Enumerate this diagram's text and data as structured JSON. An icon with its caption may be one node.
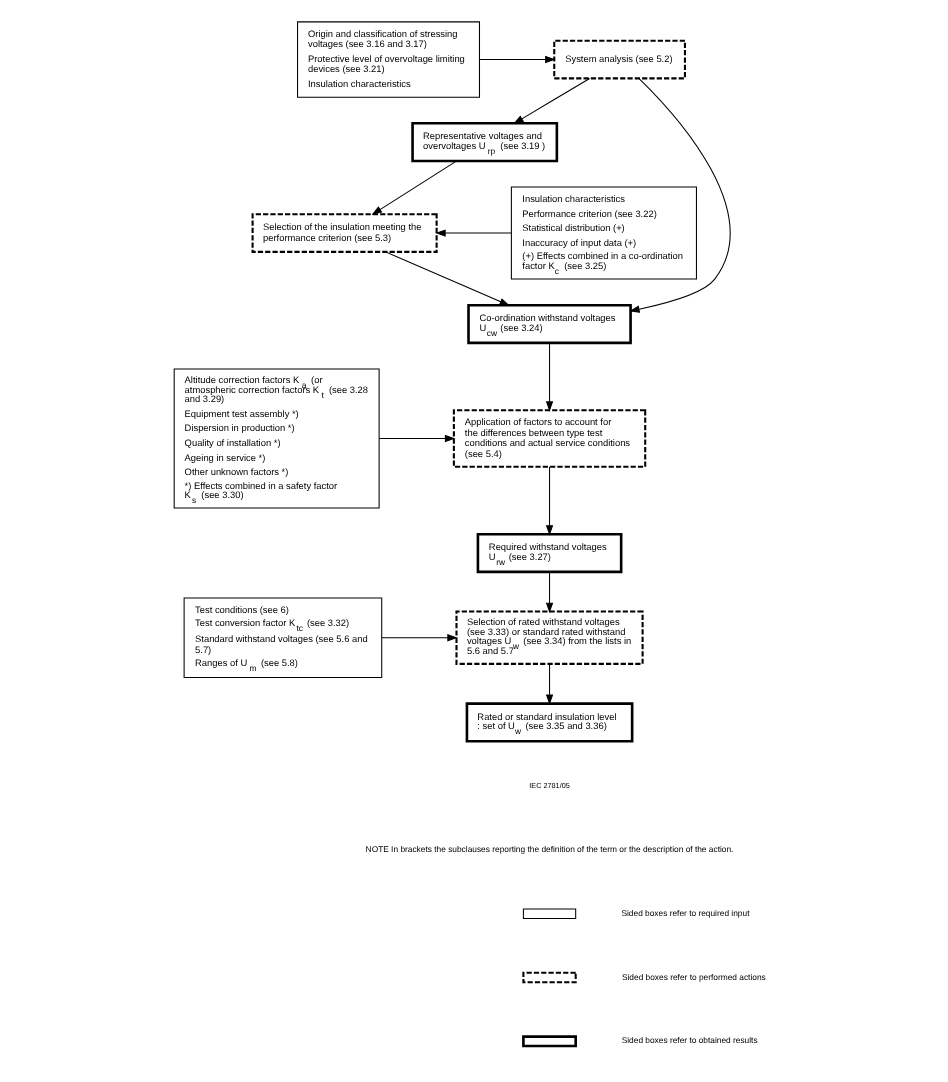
{
  "diagram": {
    "nodes": [
      {
        "text": [
          "Origin and classification of stressing voltages (see 3.16 and 3.17)",
          "Protective level of overvoltage limiting devices (see 3.21)",
          "Insulation characteristics"
        ]
      },
      {
        "text": [
          "System analysis (see 5.2)"
        ]
      },
      {
        "text": [
          "Representative voltages and overvoltages U$_{rp}$ (see 3.19 )"
        ]
      },
      {
        "text": [
          "Insulation characteristics",
          "Performance criterion (see 3.22)",
          "Statistical distribution (+)",
          "Inaccuracy of input data (+)",
          "(+) Effects combined in a co-ordination factor K$_{c}$ (see 3.25)"
        ]
      },
      {
        "text": [
          "Selection of the insulation meeting the performance criterion (see 5.3)"
        ]
      },
      {
        "text": [
          "Co-ordination withstand voltages U$_{cw}$ (see 3.24)"
        ]
      },
      {
        "text": [
          "Altitude correction factors K$_{a}$ (or atmospheric correction factors K$_{t}$ (see 3.28 and 3.29)",
          "Equipment test assembly *)",
          "Dispersion in production *)",
          "Quality of installation *)",
          "Ageing in service *)",
          "Other unknown factors *)",
          "*) Effects combined in a safety factor K$_{s}$ (see 3.30)"
        ]
      },
      {
        "text": [
          "Application of factors to account for the differences between type test conditions and actual service conditions (see 5.4)"
        ]
      },
      {
        "text": [
          "Required withstand voltages U$_{rw}$ (see 3.27)"
        ]
      },
      {
        "text": [
          "Test conditions (see 6)",
          "Test conversion factor K$_{tc}$ (see 3.32)",
          "Standard withstand voltages (see 5.6 and 5.7)",
          "Ranges of U$_{m}$ (see 5.8)"
        ]
      },
      {
        "text": [
          "Selection of rated withstand voltages (see 3.33) or standard rated withstand voltages U$_{w}$ (see 3.34) from the lists in 5.6 and 5.7"
        ]
      },
      {
        "text": [
          "Rated or standard insulation level : set of U$_{w}$ (see 3.35 and 3.36)"
        ]
      }
    ],
    "edges": [
      {
        "from": 0,
        "to": 1,
        "arrow": "to"
      },
      {
        "from": 1,
        "to": 2,
        "arrow": "to"
      },
      {
        "from": 2,
        "to": 4,
        "arrow": "to"
      },
      {
        "from": 3,
        "to": 4,
        "arrow": "to"
      },
      {
        "from": 4,
        "to": 5,
        "arrow": "to"
      },
      {
        "from": 1,
        "to": 5,
        "arrow": "to"
      },
      {
        "from": 5,
        "to": 7,
        "arrow": "to"
      },
      {
        "from": 6,
        "to": 7,
        "arrow": "to"
      },
      {
        "from": 7,
        "to": 8,
        "arrow": "to"
      },
      {
        "from": 8,
        "to": 10,
        "arrow": "to"
      },
      {
        "from": 9,
        "to": 10,
        "arrow": "to"
      },
      {
        "from": 10,
        "to": 11,
        "arrow": "to"
      }
    ],
    "labels": [
      "IEC 2781/05",
      "NOTE In brackets the subclauses reporting the definition of the term or the description of the action."
    ],
    "legend": [
      {
        "text": "Sided boxes refer to required input"
      },
      {
        "text": "Sided boxes refer to performed actions"
      },
      {
        "text": "Sided boxes refer to obtained results"
      }
    ]
  }
}
